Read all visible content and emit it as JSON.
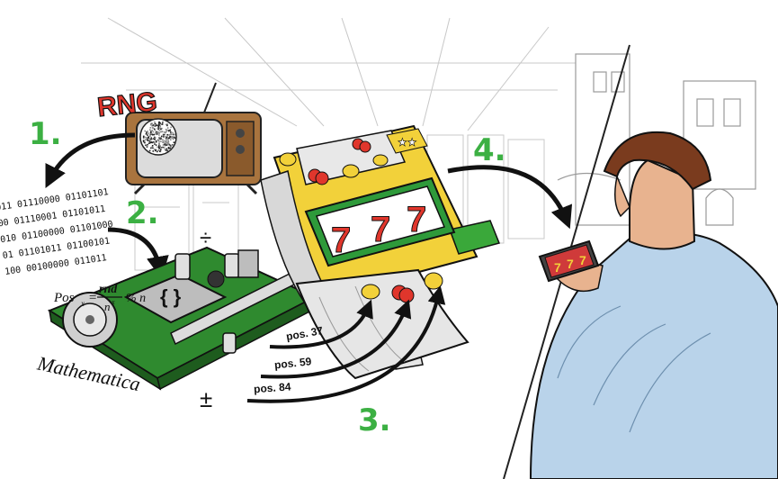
{
  "rng_label": "RNG",
  "steps": [
    "1.",
    "2.",
    "3.",
    "4."
  ],
  "binary_lines": [
    "011 01110000 01101101",
    "00 01110001 01101011",
    "010 01100000 01101000",
    "01 01101011 01100101",
    "100 00100000 011011"
  ],
  "formula": {
    "lhs": "Pos",
    "sub": "x",
    "eq": "=",
    "num": "rnd",
    "den": "n",
    "den_sup": "x",
    "rhs": "% n"
  },
  "math_symbols": {
    "divide": "÷",
    "plus_minus": "±"
  },
  "chip_symbol": "{ }",
  "software_label": "Mathematica",
  "reel_digits": [
    "7",
    "7",
    "7"
  ],
  "phone_digits": [
    "7",
    "7",
    "7"
  ],
  "positions": [
    "pos. 37",
    "pos. 59",
    "pos. 84"
  ],
  "colors": {
    "step_green": "#3cb043",
    "rng_red": "#e0362c",
    "reel_green": "#2e9a3a",
    "machine_yellow": "#f2d13a",
    "shirt_blue": "#b9d3ea",
    "hair_brown": "#7a3b1e",
    "ink": "#111111"
  },
  "icons": [
    "tv-icon",
    "antenna-icon",
    "cherry-icon",
    "lemon-icon",
    "star-icon",
    "fan-icon",
    "phone-icon"
  ]
}
